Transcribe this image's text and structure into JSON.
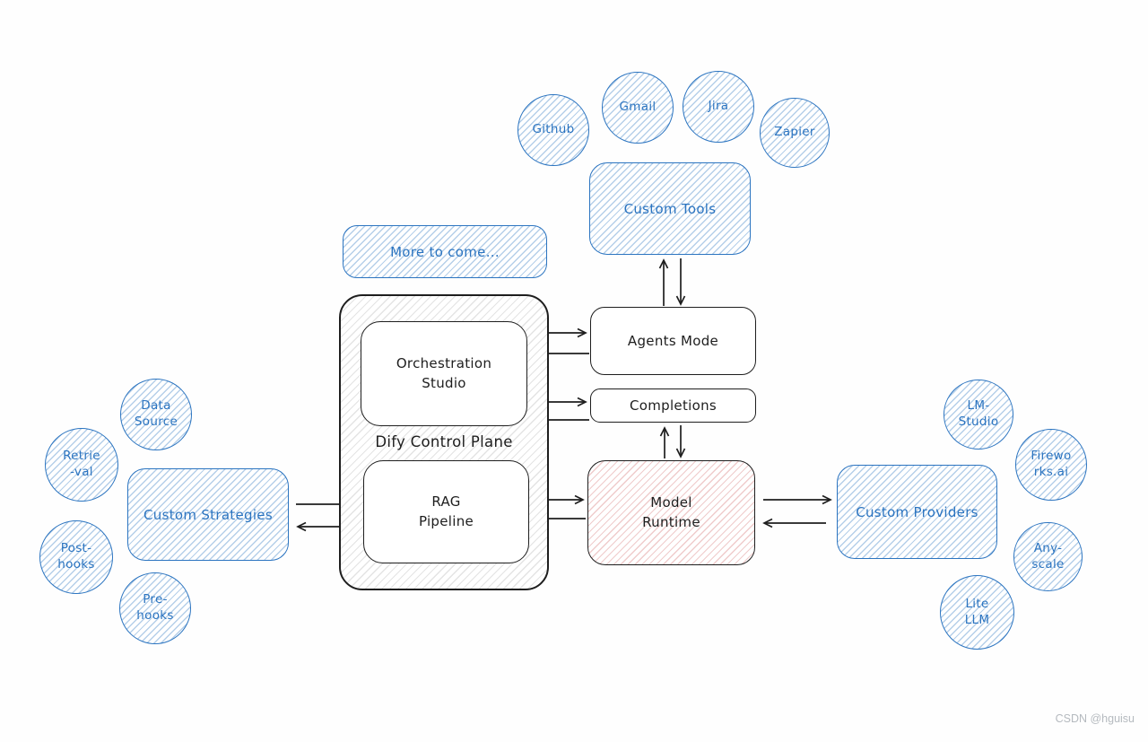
{
  "colors": {
    "blue_stroke": "#2b74c0",
    "blue_hatch_line": "#9cc0e4",
    "black_stroke": "#1e1e1e",
    "pink_hatch_line": "#e3aaaa",
    "gray_hatch_line": "#d6d6d6",
    "watermark_gray": "#b5babf"
  },
  "watermark": "CSDN @hguisu",
  "diagram": {
    "tool_circles": [
      {
        "id": "github",
        "label": "Github"
      },
      {
        "id": "gmail",
        "label": "Gmail"
      },
      {
        "id": "jira",
        "label": "Jira"
      },
      {
        "id": "zapier",
        "label": "Zapier"
      }
    ],
    "custom_tools": "Custom Tools",
    "more_to_come": "More to come...",
    "control_plane_label": "Dify Control Plane",
    "orchestration_studio": {
      "line1": "Orchestration",
      "line2": "Studio"
    },
    "rag_pipeline": {
      "line1": "RAG",
      "line2": "Pipeline"
    },
    "agents_mode": "Agents Mode",
    "completions": "Completions",
    "model_runtime": {
      "line1": "Model",
      "line2": "Runtime"
    },
    "custom_strategies": "Custom Strategies",
    "custom_providers": "Custom Providers",
    "strategy_circles": [
      {
        "id": "data-source",
        "line1": "Data",
        "line2": "Source"
      },
      {
        "id": "retrieval",
        "line1": "Retrie",
        "line2": "-val"
      },
      {
        "id": "post-hooks",
        "line1": "Post-",
        "line2": "hooks"
      },
      {
        "id": "pre-hooks",
        "line1": "Pre-",
        "line2": "hooks"
      }
    ],
    "provider_circles": [
      {
        "id": "lm-studio",
        "line1": "LM-",
        "line2": "Studio"
      },
      {
        "id": "fireworks",
        "line1": "Firewo",
        "line2": "rks.ai"
      },
      {
        "id": "anyscale",
        "line1": "Any-",
        "line2": "scale"
      },
      {
        "id": "lite-llm",
        "line1": "Lite",
        "line2": "LLM"
      }
    ]
  }
}
